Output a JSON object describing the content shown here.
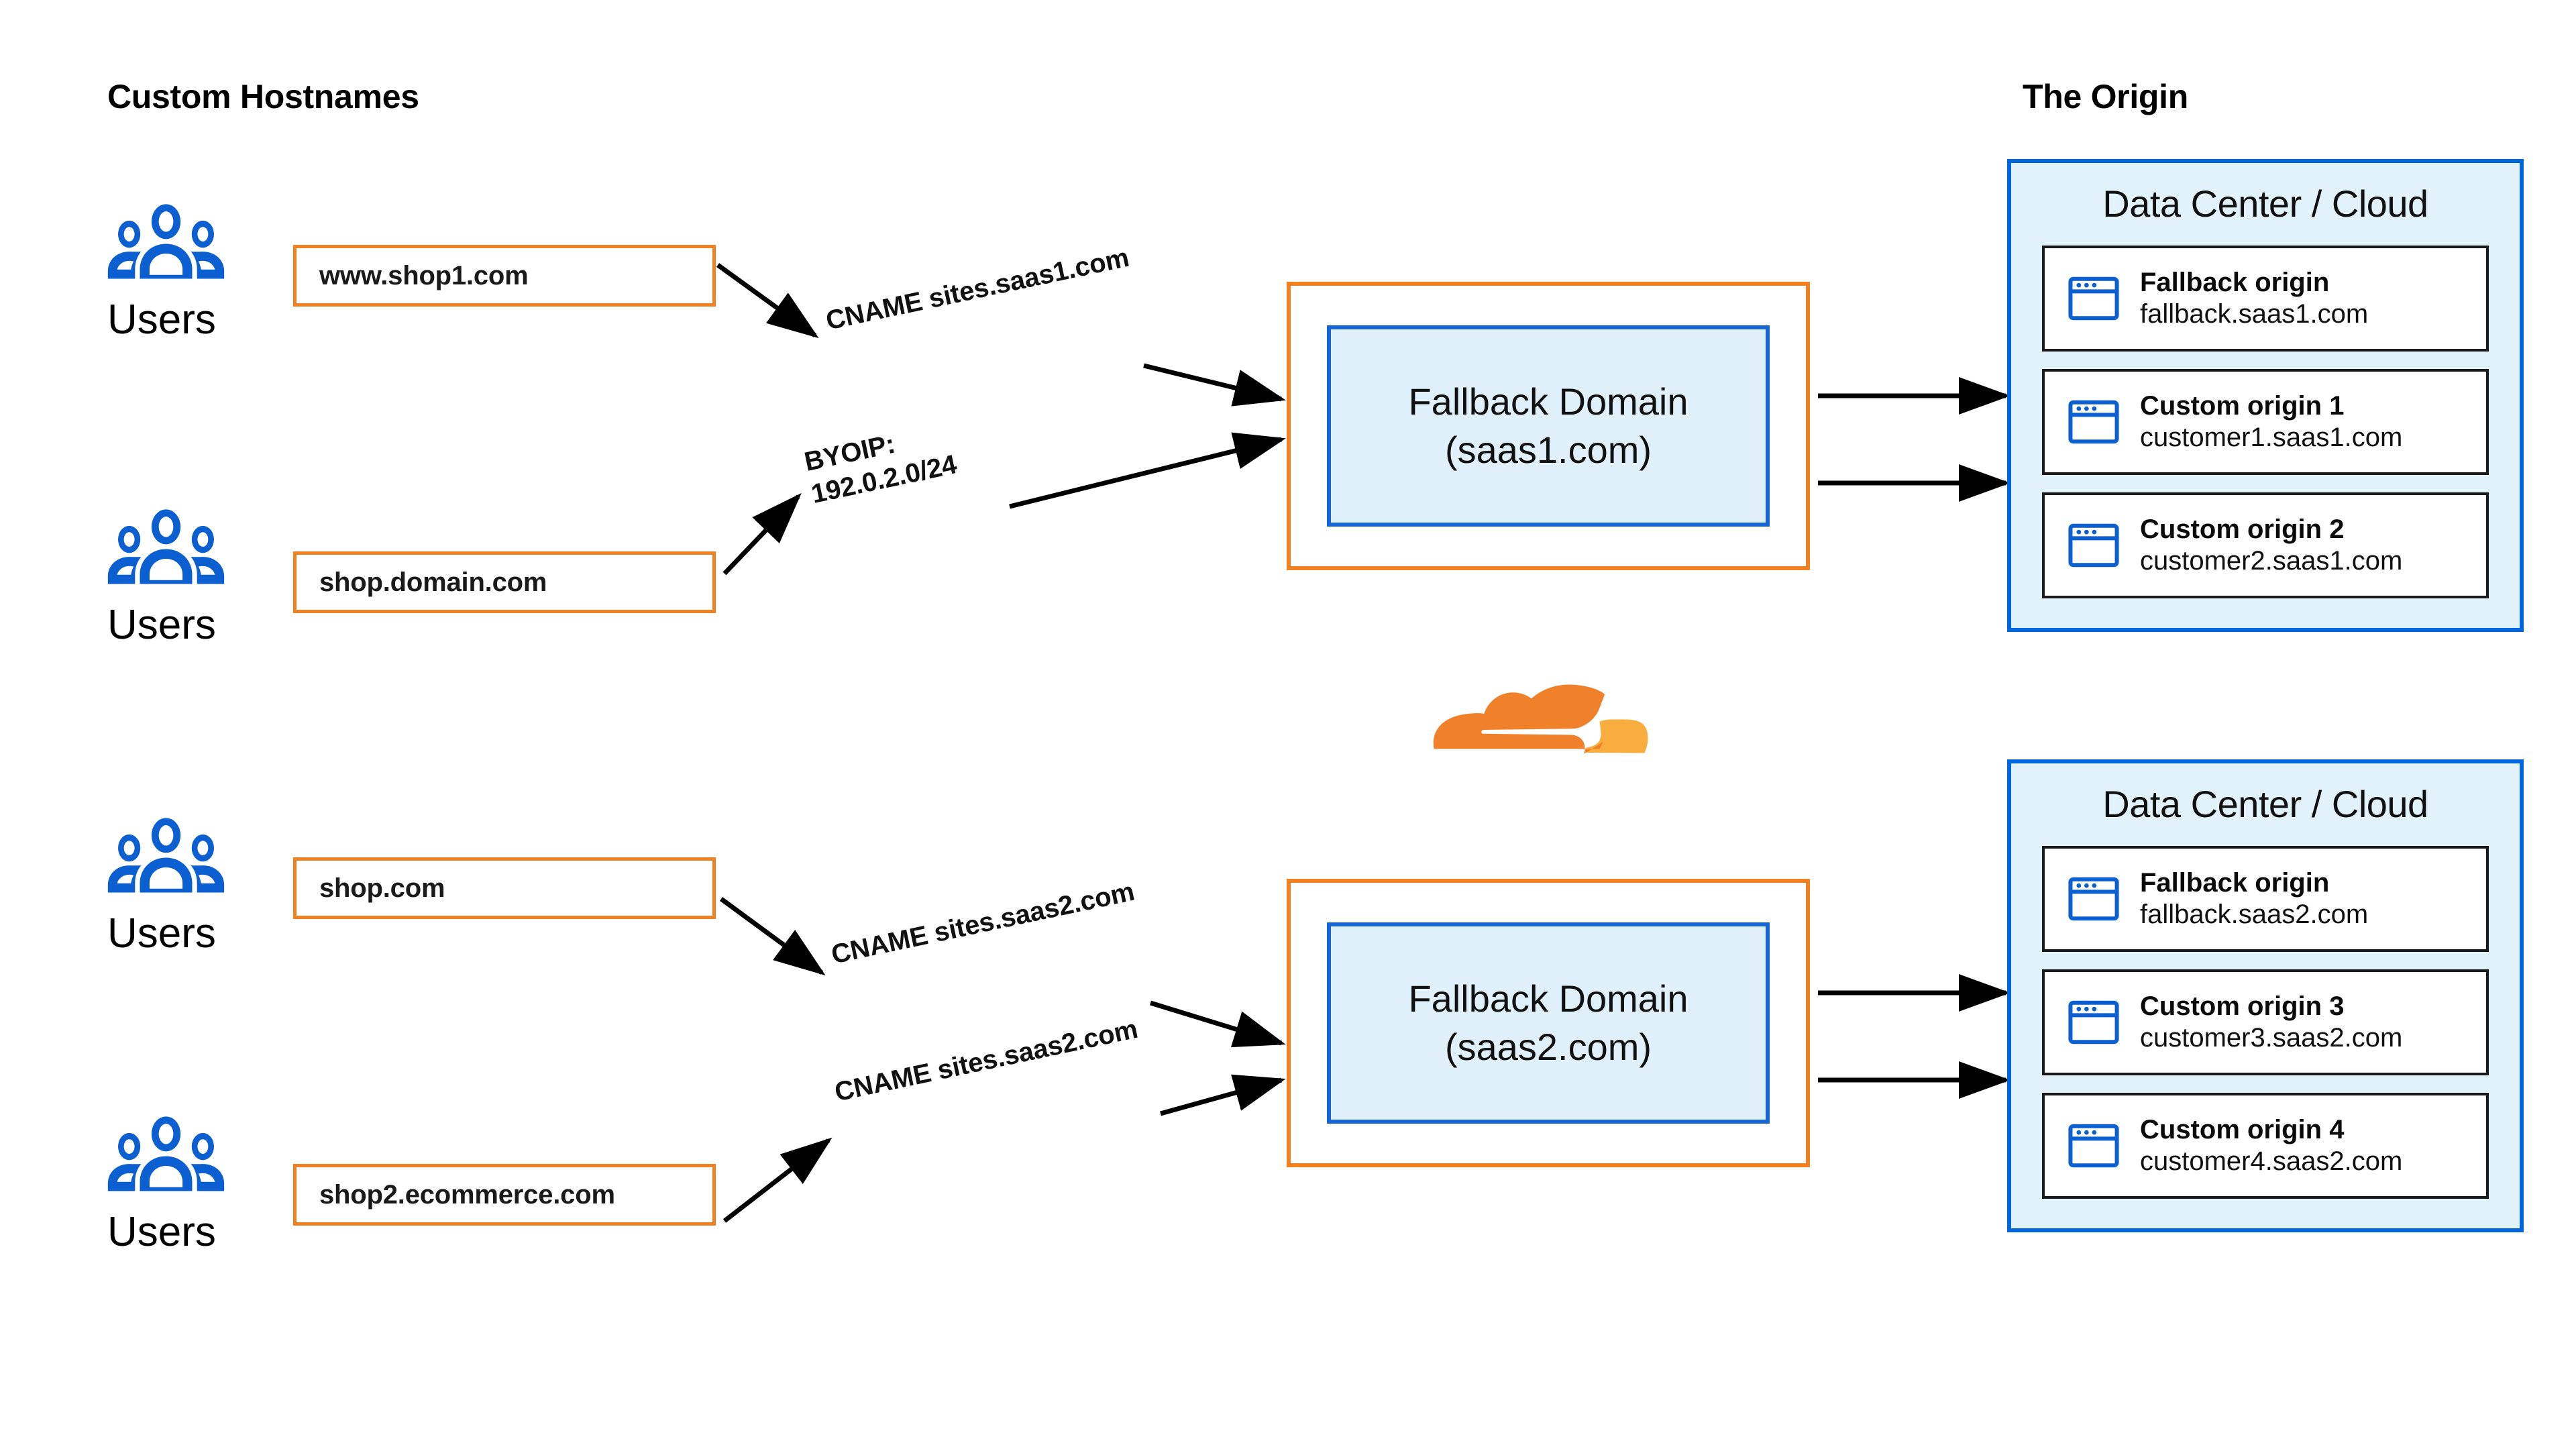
{
  "headers": {
    "left": "Custom Hostnames",
    "right": "The Origin"
  },
  "users": [
    {
      "label": "Users",
      "icon": "users-group-icon"
    },
    {
      "label": "Users",
      "icon": "users-group-icon"
    },
    {
      "label": "Users",
      "icon": "users-group-icon"
    },
    {
      "label": "Users",
      "icon": "users-group-icon"
    }
  ],
  "hostnames": [
    {
      "value": "www.shop1.com"
    },
    {
      "value": "shop.domain.com"
    },
    {
      "value": "shop.com"
    },
    {
      "value": "shop2.ecommerce.com"
    }
  ],
  "edge_labels": [
    {
      "lines": [
        "CNAME sites.saas1.com"
      ],
      "angle": -12
    },
    {
      "lines": [
        "BYOIP:",
        "192.0.2.0/24"
      ],
      "angle": -12
    },
    {
      "lines": [
        "CNAME sites.saas2.com"
      ],
      "angle": -12
    },
    {
      "lines": [
        "CNAME sites.saas2.com"
      ],
      "angle": -12
    }
  ],
  "fallback_domains": [
    {
      "title": "Fallback Domain",
      "domain": "(saas1.com)"
    },
    {
      "title": "Fallback Domain",
      "domain": "(saas2.com)"
    }
  ],
  "brand": {
    "logo": "cloudflare-cloud-logo"
  },
  "datacenters": [
    {
      "title": "Data Center / Cloud",
      "origins": [
        {
          "icon": "browser-window-icon",
          "title": "Fallback origin",
          "host": "fallback.saas1.com"
        },
        {
          "icon": "browser-window-icon",
          "title": "Custom origin 1",
          "host": "customer1.saas1.com"
        },
        {
          "icon": "browser-window-icon",
          "title": "Custom origin 2",
          "host": "customer2.saas1.com"
        }
      ]
    },
    {
      "title": "Data Center / Cloud",
      "origins": [
        {
          "icon": "browser-window-icon",
          "title": "Fallback origin",
          "host": "fallback.saas2.com"
        },
        {
          "icon": "browser-window-icon",
          "title": "Custom origin 3",
          "host": "customer3.saas2.com"
        },
        {
          "icon": "browser-window-icon",
          "title": "Custom origin 4",
          "host": "customer4.saas2.com"
        }
      ]
    }
  ],
  "colors": {
    "orange_border": "#F08020",
    "cloudflare_orange_dark": "#F1802B",
    "cloudflare_orange_light": "#FAAD3F",
    "blue_icon": "#0B5FD0",
    "blue_border": "#0066DD",
    "panel_blue_fill": "#E2F2FB",
    "inner_blue_fill": "#DFF0FA",
    "inner_blue_border": "#1565D8",
    "text": "#111111",
    "background": "#FFFFFF"
  }
}
